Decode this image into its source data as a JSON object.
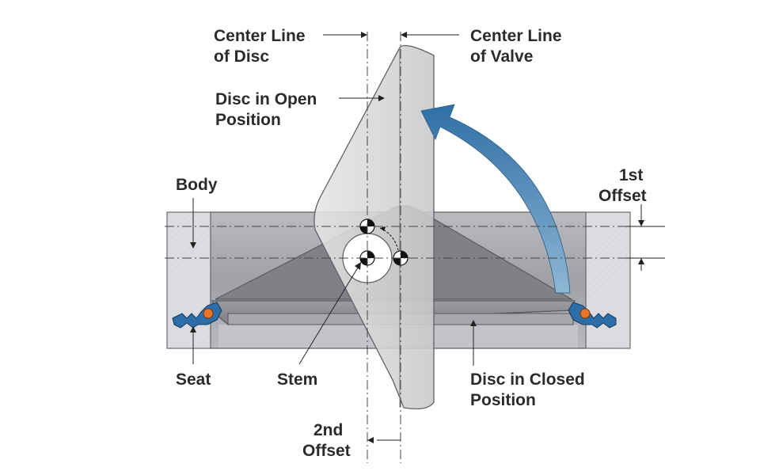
{
  "labels": {
    "center_line_disc": [
      "Center Line",
      "of Disc"
    ],
    "center_line_valve": [
      "Center Line",
      "of Valve"
    ],
    "disc_open": [
      "Disc in Open",
      "Position"
    ],
    "body": "Body",
    "first_offset": [
      "1st",
      "Offset"
    ],
    "seat": "Seat",
    "stem": "Stem",
    "disc_closed": [
      "Disc in Closed",
      "Position"
    ],
    "second_offset": [
      "2nd",
      "Offset"
    ]
  },
  "colors": {
    "body_fill": "#d9dadc",
    "bore_fill": "#a9abaf",
    "disc_open_fill": "#d4d5d7",
    "disc_closed_fill": "#8c8e91",
    "seat_blue": "#2d6da8",
    "seat_orange": "#e8762a",
    "arrow_blue": "#3f7fb0",
    "text": "#2b2b2b"
  }
}
